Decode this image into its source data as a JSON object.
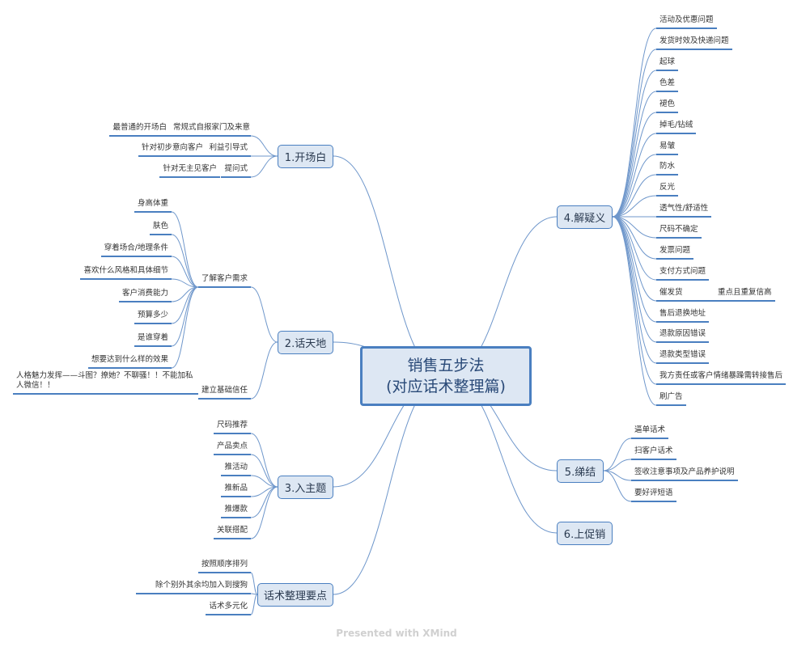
{
  "center": {
    "line1": "销售五步法",
    "line2": "(对应话术整理篇)"
  },
  "opening": {
    "label": "1.开场白",
    "items": [
      {
        "label": "常规式自报家门及来意",
        "child": "最普通的开场白"
      },
      {
        "label": "利益引导式",
        "child": "针对初步意向客户"
      },
      {
        "label": "提问式",
        "child": "针对无主见客户"
      }
    ]
  },
  "chat": {
    "label": "2.话天地",
    "needs": {
      "label": "了解客户需求",
      "items": [
        "身高体重",
        "肤色",
        "穿着场合/地理条件",
        "喜欢什么风格和具体细节",
        "客户消费能力",
        "预算多少",
        "是谁穿着",
        "想要达到什么样的效果"
      ]
    },
    "trust": {
      "label": "建立基础信任",
      "child": "人格魅力发挥——斗图？撩她？不聊骚！！不能加私人微信！！"
    }
  },
  "topic": {
    "label": "3.入主题",
    "items": [
      "尺码推荐",
      "产品卖点",
      "推活动",
      "推新品",
      "推爆款",
      "关联搭配"
    ]
  },
  "tips": {
    "label": "话术整理要点",
    "items": [
      "按照顺序排列",
      "除个别外其余均加入到搜狗",
      "话术多元化"
    ]
  },
  "doubts": {
    "label": "4.解疑义",
    "items": [
      "活动及优惠问题",
      "发货时效及快递问题",
      "起球",
      "色差",
      "褪色",
      "掉毛/钻绒",
      "易皱",
      "防水",
      "反光",
      "透气性/舒适性",
      "尺码不确定",
      "发票问题",
      "支付方式问题",
      "催发货",
      "售后退换地址",
      "退款原因错误",
      "退款类型错误",
      "我方责任或客户情绪暴躁需转接售后",
      "刷广告"
    ],
    "urge_note": "重点且重复信高"
  },
  "closing": {
    "label": "5.绨结",
    "items": [
      "逼单话术",
      "扫客户话术",
      "签收注意事项及产品养护说明",
      "要好评短语"
    ]
  },
  "promo": {
    "label": "6.上促销"
  },
  "footer": "Presented with XMind",
  "colors": {
    "line": "#6f97cb",
    "accent": "#4a7fc0",
    "node_fill": "#dde7f3"
  }
}
